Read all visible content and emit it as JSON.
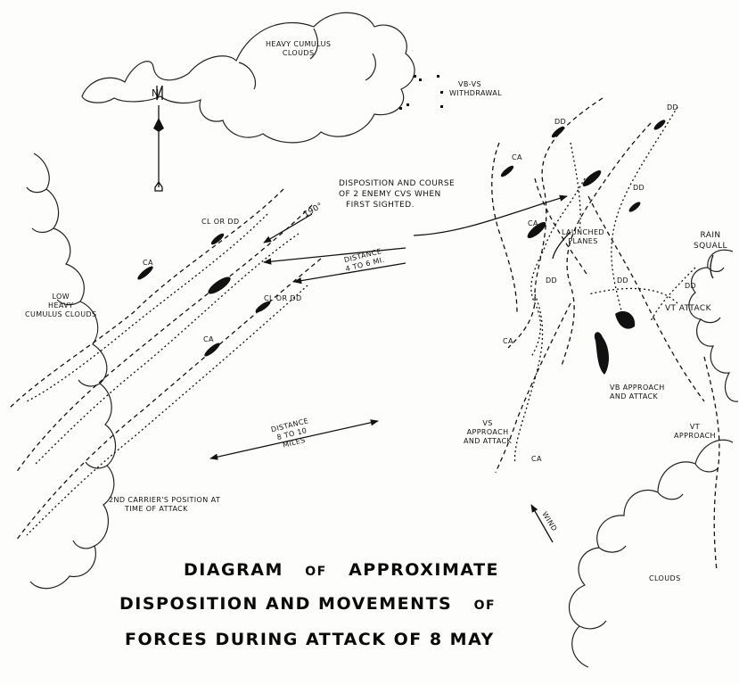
{
  "title": {
    "line1": {
      "a": "DIAGRAM",
      "of": "OF",
      "b": "APPROXIMATE"
    },
    "line2": {
      "a": "DISPOSITION AND MOVEMENTS",
      "of": "OF"
    },
    "line3": {
      "a": "FORCES DURING ATTACK OF 8 MAY"
    }
  },
  "labels": {
    "heavy_cumulus": "HEAVY CUMULUS",
    "heavy_cumulus_2": "CLOUDS",
    "vb_vs": "VB-VS",
    "vb_vs_2": "WITHDRAWAL",
    "north": "N",
    "disposition_1": "DISPOSITION AND COURSE",
    "disposition_2": "OF 2 ENEMY CVs WHEN",
    "disposition_3": "FIRST SIGHTED.",
    "course": "190°",
    "cl_or_dd_1": "CL or DD",
    "cl_or_dd_2": "CL or DD",
    "ca_1": "CA",
    "ca_2": "CA",
    "low_heavy_1": "LOW",
    "low_heavy_2": "HEAVY",
    "low_heavy_3": "CUMULUS CLOUDS",
    "distance_4_6_1": "DISTANCE",
    "distance_4_6_2": "4 TO 6 MI.",
    "distance_8_10_1": "DISTANCE",
    "distance_8_10_2": "8 TO 10",
    "distance_8_10_3": "MILES",
    "second_carrier_1": "2ND CARRIER'S POSITION AT",
    "second_carrier_2": "TIME OF ATTACK",
    "dd_a": "DD",
    "dd_b": "DD",
    "dd_c": "DD",
    "dd_d": "DD",
    "dd_e": "DD",
    "dd_f": "DD",
    "ca_3": "CA",
    "ca_4": "CA",
    "ca_5": "CA",
    "ca_6": "CA",
    "launched_1": "LAUNCHED",
    "launched_2": "PLANES",
    "rain_1": "RAIN",
    "rain_2": "SQUALL",
    "vt_attack": "VT ATTACK",
    "vb_approach_1": "VB APPROACH",
    "vb_approach_2": "AND ATTACK",
    "vs_approach_1": "VS",
    "vs_approach_2": "APPROACH",
    "vs_approach_3": "AND ATTACK",
    "vt_approach_1": "VT",
    "vt_approach_2": "APPROACH",
    "wind": "WIND",
    "clouds": "CLOUDS"
  },
  "colors": {
    "ink": "#111111",
    "paper": "#fdfdfb"
  }
}
